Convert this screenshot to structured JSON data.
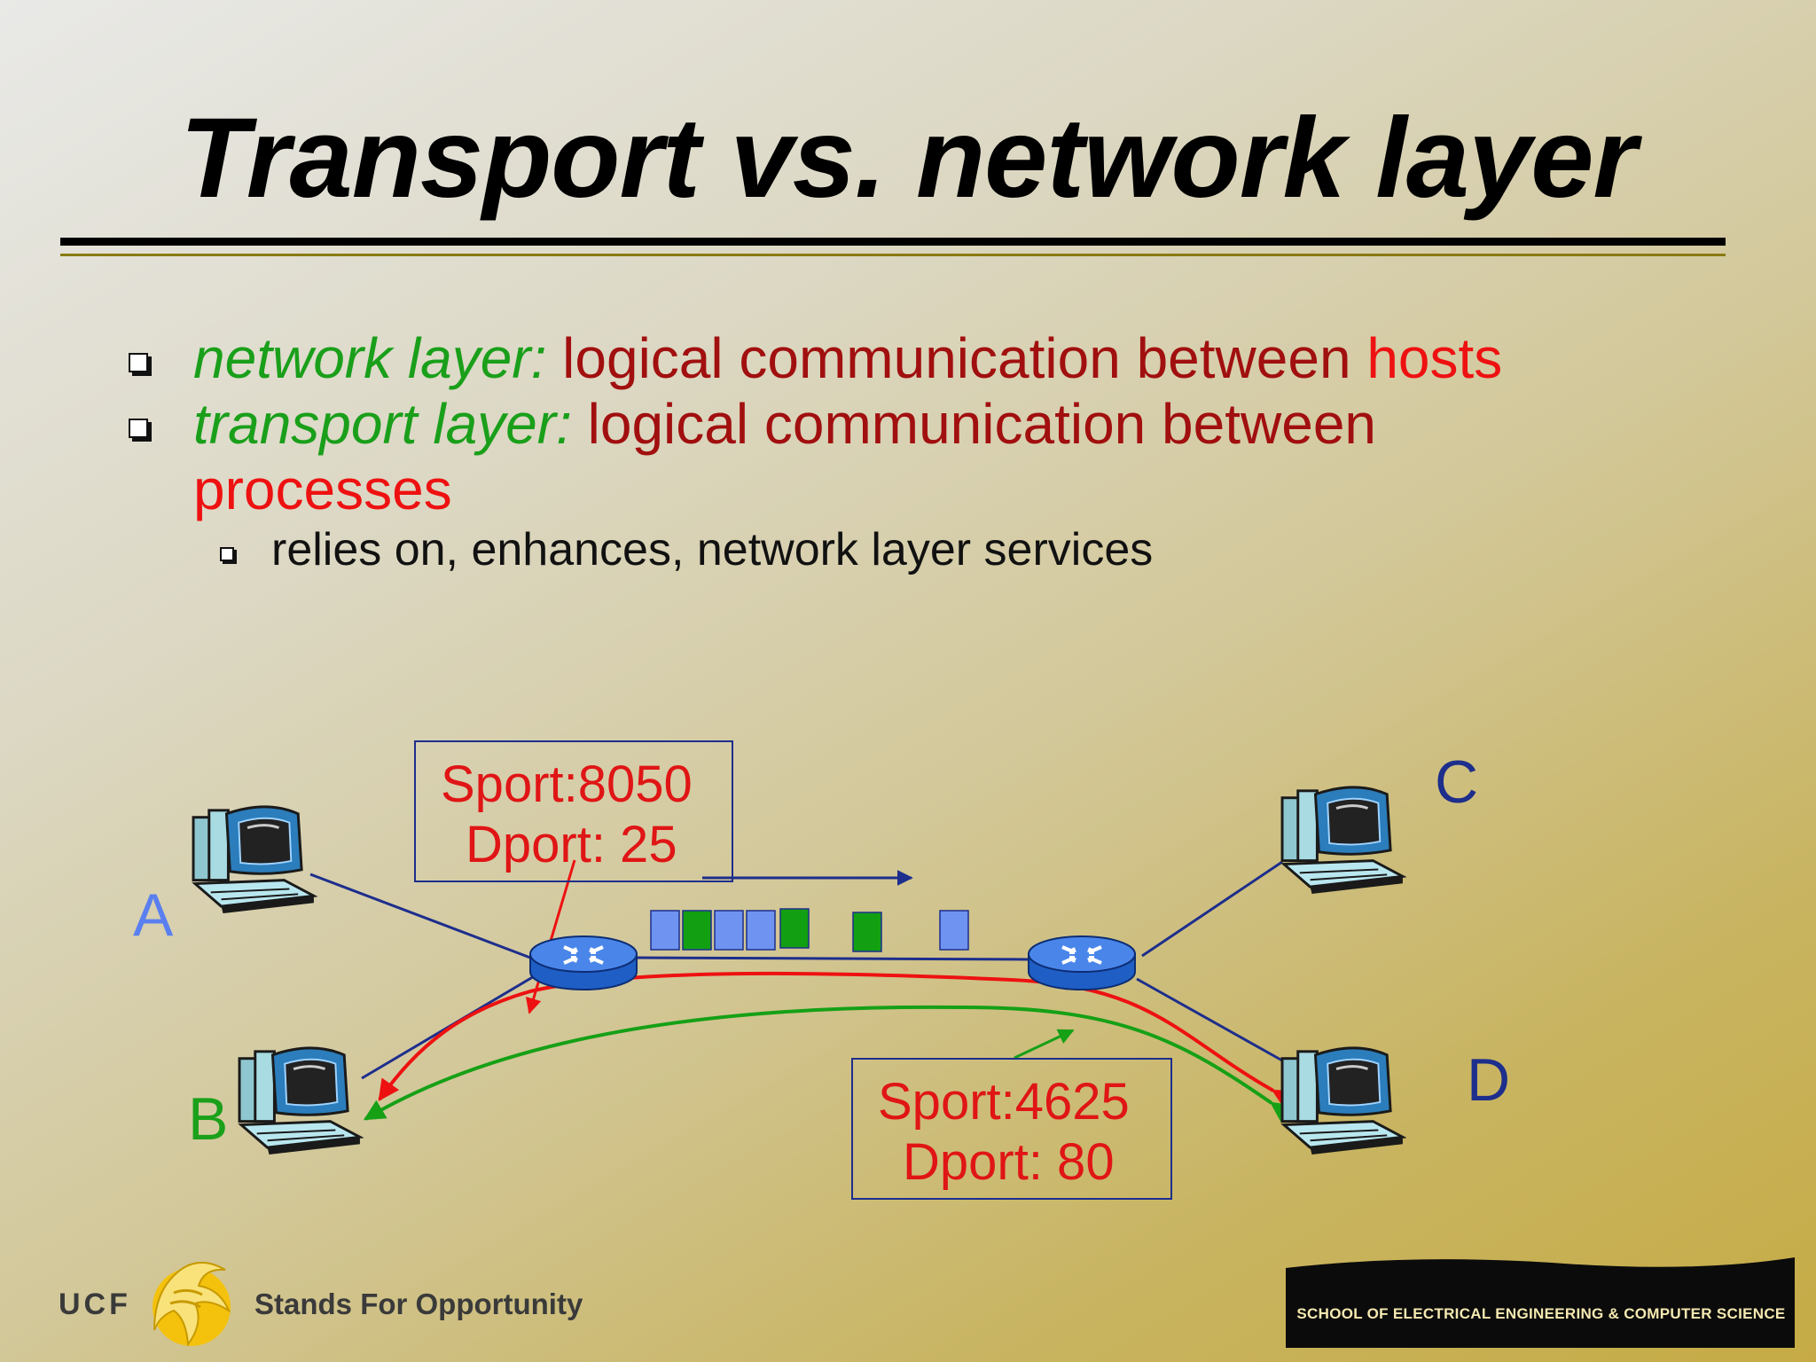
{
  "slide": {
    "title": "Transport vs. network layer",
    "bullets": [
      {
        "term": "network layer:",
        "text": " logical communication between ",
        "highlight": "hosts"
      },
      {
        "term": "transport layer:",
        "text": " logical communication between",
        "highlight": "processes"
      }
    ],
    "sub_bullet": "relies on, enhances, network layer services"
  },
  "diagram": {
    "hosts": {
      "a": "A",
      "b": "B",
      "c": "C",
      "d": "D"
    },
    "port_box_1": {
      "sport": "Sport:8050",
      "dport": "Dport: 25"
    },
    "port_box_2": {
      "sport": "Sport:4625",
      "dport": "Dport: 80"
    },
    "colors": {
      "link": "#1d2e8c",
      "red_flow": "#ee1111",
      "green_flow": "#16a016",
      "packet_blue": "#6f93f0",
      "packet_green": "#12a012"
    }
  },
  "footer": {
    "ucf": "UCF",
    "tagline": "Stands For Opportunity",
    "school": "SCHOOL OF ELECTRICAL ENGINEERING & COMPUTER SCIENCE"
  }
}
